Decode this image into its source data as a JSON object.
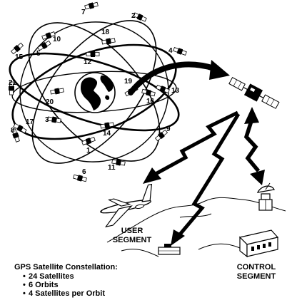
{
  "satellites": [
    {
      "id": "sat-1",
      "label": "1"
    },
    {
      "id": "sat-2",
      "label": "2"
    },
    {
      "id": "sat-3",
      "label": "3"
    },
    {
      "id": "sat-4",
      "label": "4"
    },
    {
      "id": "sat-5",
      "label": "5"
    },
    {
      "id": "sat-6",
      "label": "6"
    },
    {
      "id": "sat-7",
      "label": "7"
    },
    {
      "id": "sat-8",
      "label": "8"
    },
    {
      "id": "sat-9",
      "label": "9"
    },
    {
      "id": "sat-10",
      "label": "10"
    },
    {
      "id": "sat-11",
      "label": "11"
    },
    {
      "id": "sat-12",
      "label": "12"
    },
    {
      "id": "sat-13",
      "label": "13"
    },
    {
      "id": "sat-14",
      "label": "14"
    },
    {
      "id": "sat-15",
      "label": "15"
    },
    {
      "id": "sat-16",
      "label": "16"
    },
    {
      "id": "sat-17",
      "label": "17"
    },
    {
      "id": "sat-18",
      "label": "18"
    },
    {
      "id": "sat-19",
      "label": "19"
    },
    {
      "id": "sat-20",
      "label": "20"
    },
    {
      "id": "sat-21",
      "label": "21"
    }
  ],
  "segments": {
    "user_line1": "USER",
    "user_line2": "SEGMENT",
    "control_line1": "CONTROL",
    "control_line2": "SEGMENT"
  },
  "caption": {
    "title": "GPS Satellite Constellation:",
    "items": [
      "24 Satellites",
      "6 Orbits",
      "4 Satellites per Orbit"
    ]
  }
}
